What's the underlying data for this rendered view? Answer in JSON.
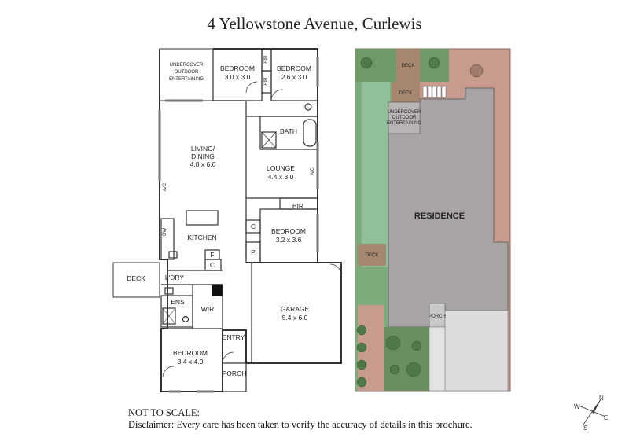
{
  "title": "4 Yellowstone Avenue, Curlewis",
  "floorplan": {
    "undercover": [
      "UNDERCOVER",
      "OUTDOOR",
      "ENTERTAINING"
    ],
    "bedroom1": {
      "name": "BEDROOM",
      "size": "3.0 x 3.0"
    },
    "bedroom2": {
      "name": "BEDROOM",
      "size": "2.6 x 3.0"
    },
    "bir_a": "BIR",
    "bir_b": "BIR",
    "bir_c": "BIR",
    "bath": "BATH",
    "living": {
      "name1": "LIVING/",
      "name2": "DINING",
      "size": "4.8 x 6.6"
    },
    "lounge": {
      "name": "LOUNGE",
      "size": "4.4 x 3.0"
    },
    "ac_a": "A/C",
    "ac_b": "A/C",
    "dw": "DW",
    "kitchen": "KITCHEN",
    "c_a": "C",
    "c_b": "C",
    "f": "F",
    "p": "P",
    "bedroom3": {
      "name": "BEDROOM",
      "size": "3.2 x 3.6"
    },
    "deck": "DECK",
    "ldry": "L'DRY",
    "ens": "ENS",
    "wir": "WIR",
    "garage": {
      "name": "GARAGE",
      "size": "5.4 x 6.0"
    },
    "entry": "ENTRY",
    "bedroom4": {
      "name": "BEDROOM",
      "size": "3.4 x 4.0"
    },
    "porch": "PORCH"
  },
  "siteplan": {
    "deck_top": "DECK",
    "deck_mid": "DECK",
    "deck_side": "DECK",
    "undercover": [
      "UNDERCOVER",
      "OUTDOOR",
      "ENTERTAINING"
    ],
    "residence": "RESIDENCE",
    "porch": "PORCH"
  },
  "footer": {
    "line1": "NOT TO SCALE:",
    "line2": "Disclaimer: Every care has been taken to verify the accuracy of details in this brochure."
  },
  "compass": {
    "n": "N",
    "s": "S",
    "e": "E",
    "w": "W"
  }
}
